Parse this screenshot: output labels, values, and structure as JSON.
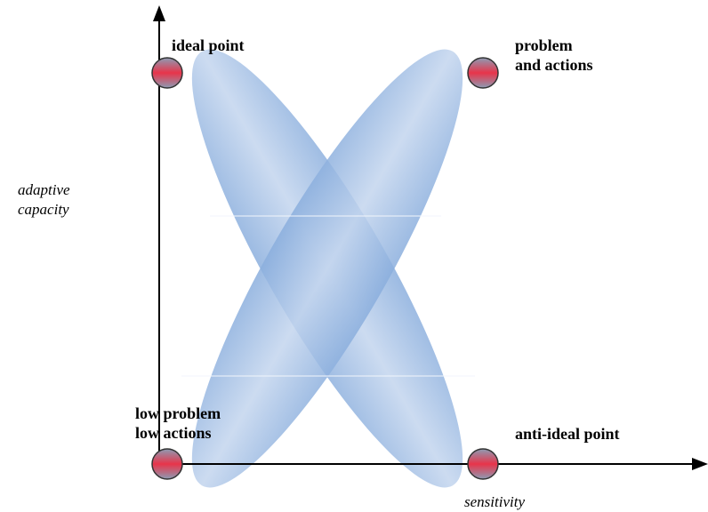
{
  "axes": {
    "y_label_line1": "adaptive",
    "y_label_line2": "capacity",
    "x_label": "sensitivity"
  },
  "points": {
    "top_left": "ideal point",
    "top_right_line1": "problem",
    "top_right_line2": "and actions",
    "bottom_left_line1": "low problem",
    "bottom_left_line2": "low actions",
    "bottom_right": "anti-ideal point"
  },
  "colors": {
    "ellipse_fill": "#8fb0de",
    "marker_red": "#e8344a",
    "marker_gray": "#8c9cb4",
    "axis": "#000000"
  }
}
